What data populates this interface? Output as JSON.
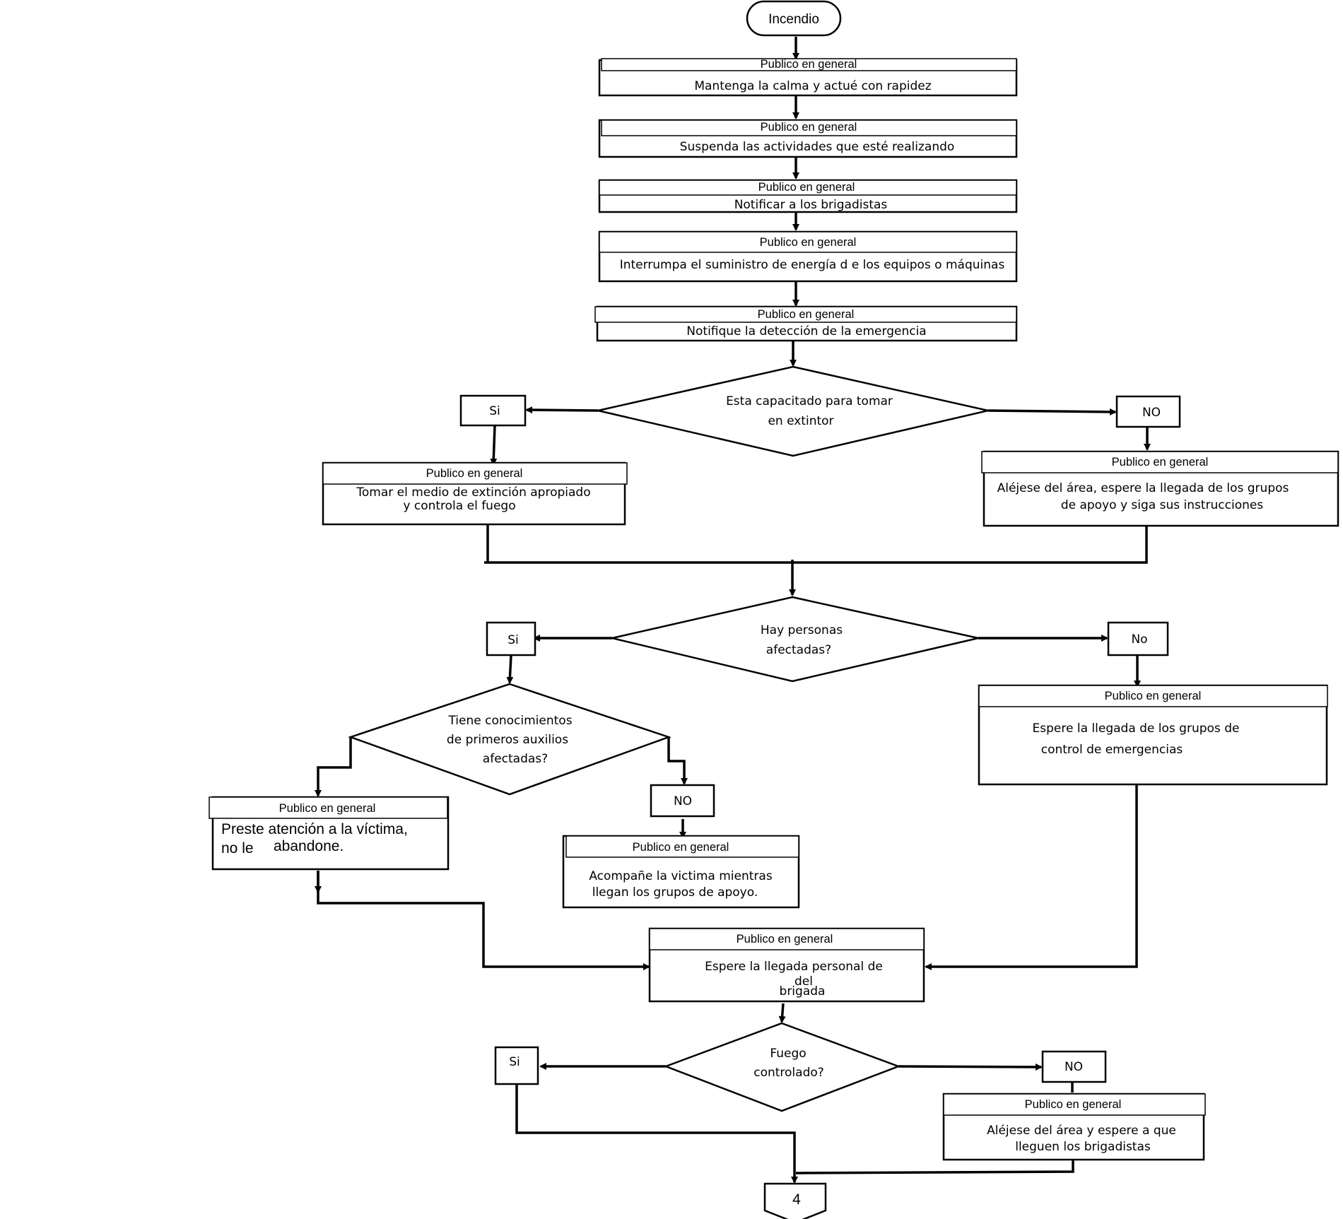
{
  "flow": {
    "start": "Incendio",
    "role": "Publico en general",
    "steps": [
      "Mantenga la calma y actué con rapidez",
      "Suspenda las actividades que esté realizando",
      "Notificar a los brigadistas",
      "Interrumpa el suministro de energía d e los equipos o  máquinas",
      "Notifique la detección de la emergencia"
    ],
    "decision1": {
      "question": [
        "Esta capacitado para tomar",
        "en extintor"
      ],
      "yes": "Si",
      "no": "NO",
      "yes_action": [
        "Tomar el medio de extinción apropiado",
        "y controla el fuego"
      ],
      "no_action": [
        "Aléjese del  área, espere la llegada de los grupos",
        "de apoyo y siga sus instrucciones"
      ]
    },
    "decision2": {
      "question": [
        "Hay personas",
        "afectadas?"
      ],
      "yes": "Si",
      "no": "No",
      "no_action": [
        "Espere la llegada de los grupos de",
        "control de emergencias"
      ]
    },
    "decision3": {
      "question": [
        "Tiene conocimientos",
        "de primeros auxilios",
        "afectadas?"
      ],
      "no": "NO",
      "yes_action": [
        "Preste atención a la víctima,",
        "no le",
        "abandone."
      ],
      "no_action": [
        "Acompañe la victima mientras",
        "llegan los grupos de apoyo."
      ]
    },
    "merge_action": [
      "Espere la llegada   personal de",
      "del",
      "brigada"
    ],
    "decision4": {
      "question": [
        "Fuego",
        "controlado?"
      ],
      "yes": "Si",
      "no": "NO",
      "no_action": [
        "Aléjese del área  y espere a que",
        "lleguen los brigadistas"
      ]
    },
    "connector": "4"
  }
}
